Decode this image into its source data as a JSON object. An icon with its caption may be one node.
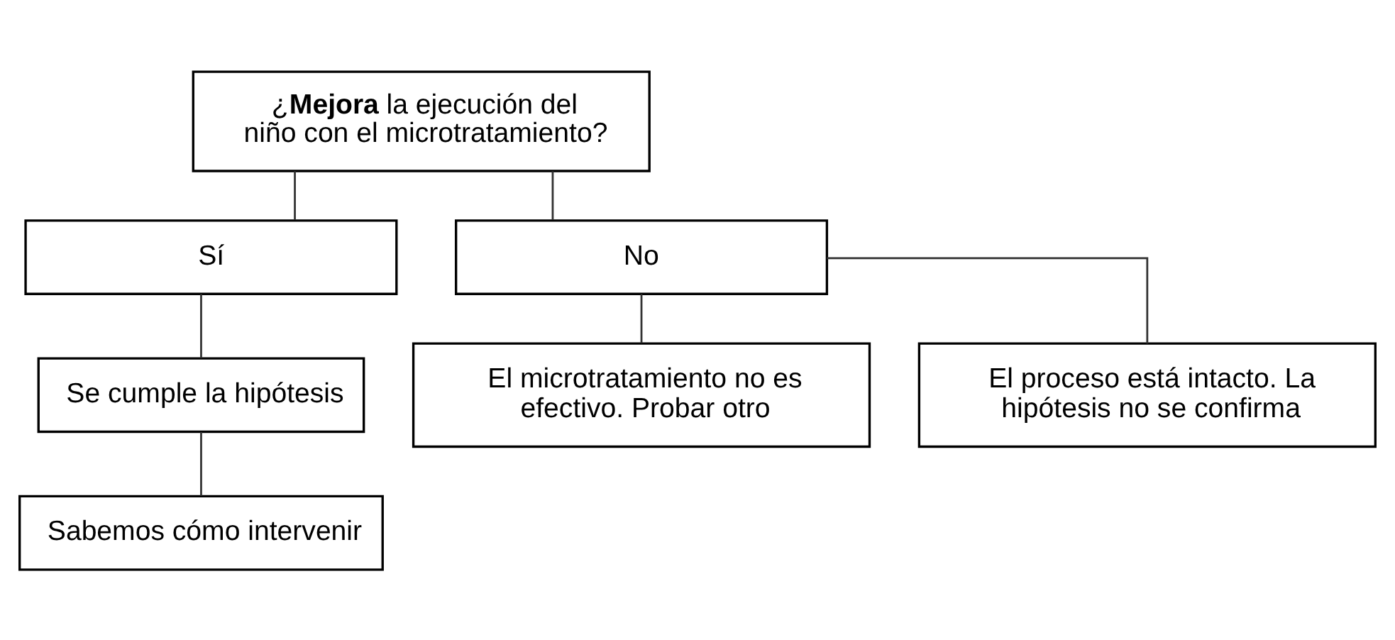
{
  "diagram": {
    "nodes": [
      {
        "text": [
          "¿**Mejora** la ejecución del niño con el microtratamiento?"
        ]
      },
      {
        "text": [
          "Sí"
        ]
      },
      {
        "text": [
          "No"
        ]
      },
      {
        "text": [
          "Se cumple la hipótesis"
        ]
      },
      {
        "text": [
          "El microtratamiento no es efectivo. Probar otro"
        ]
      },
      {
        "text": [
          "El proceso está intacto. La hipótesis no se confirma"
        ]
      },
      {
        "text": [
          "Sabemos cómo intervenir"
        ]
      }
    ],
    "edges": [
      {
        "from": 0,
        "to": 1,
        "arrow": "none"
      },
      {
        "from": 0,
        "to": 2,
        "arrow": "none"
      },
      {
        "from": 1,
        "to": 3,
        "arrow": "none"
      },
      {
        "from": 3,
        "to": 6,
        "arrow": "none"
      },
      {
        "from": 2,
        "to": 4,
        "arrow": "none"
      },
      {
        "from": 2,
        "to": 5,
        "arrow": "none"
      }
    ]
  }
}
